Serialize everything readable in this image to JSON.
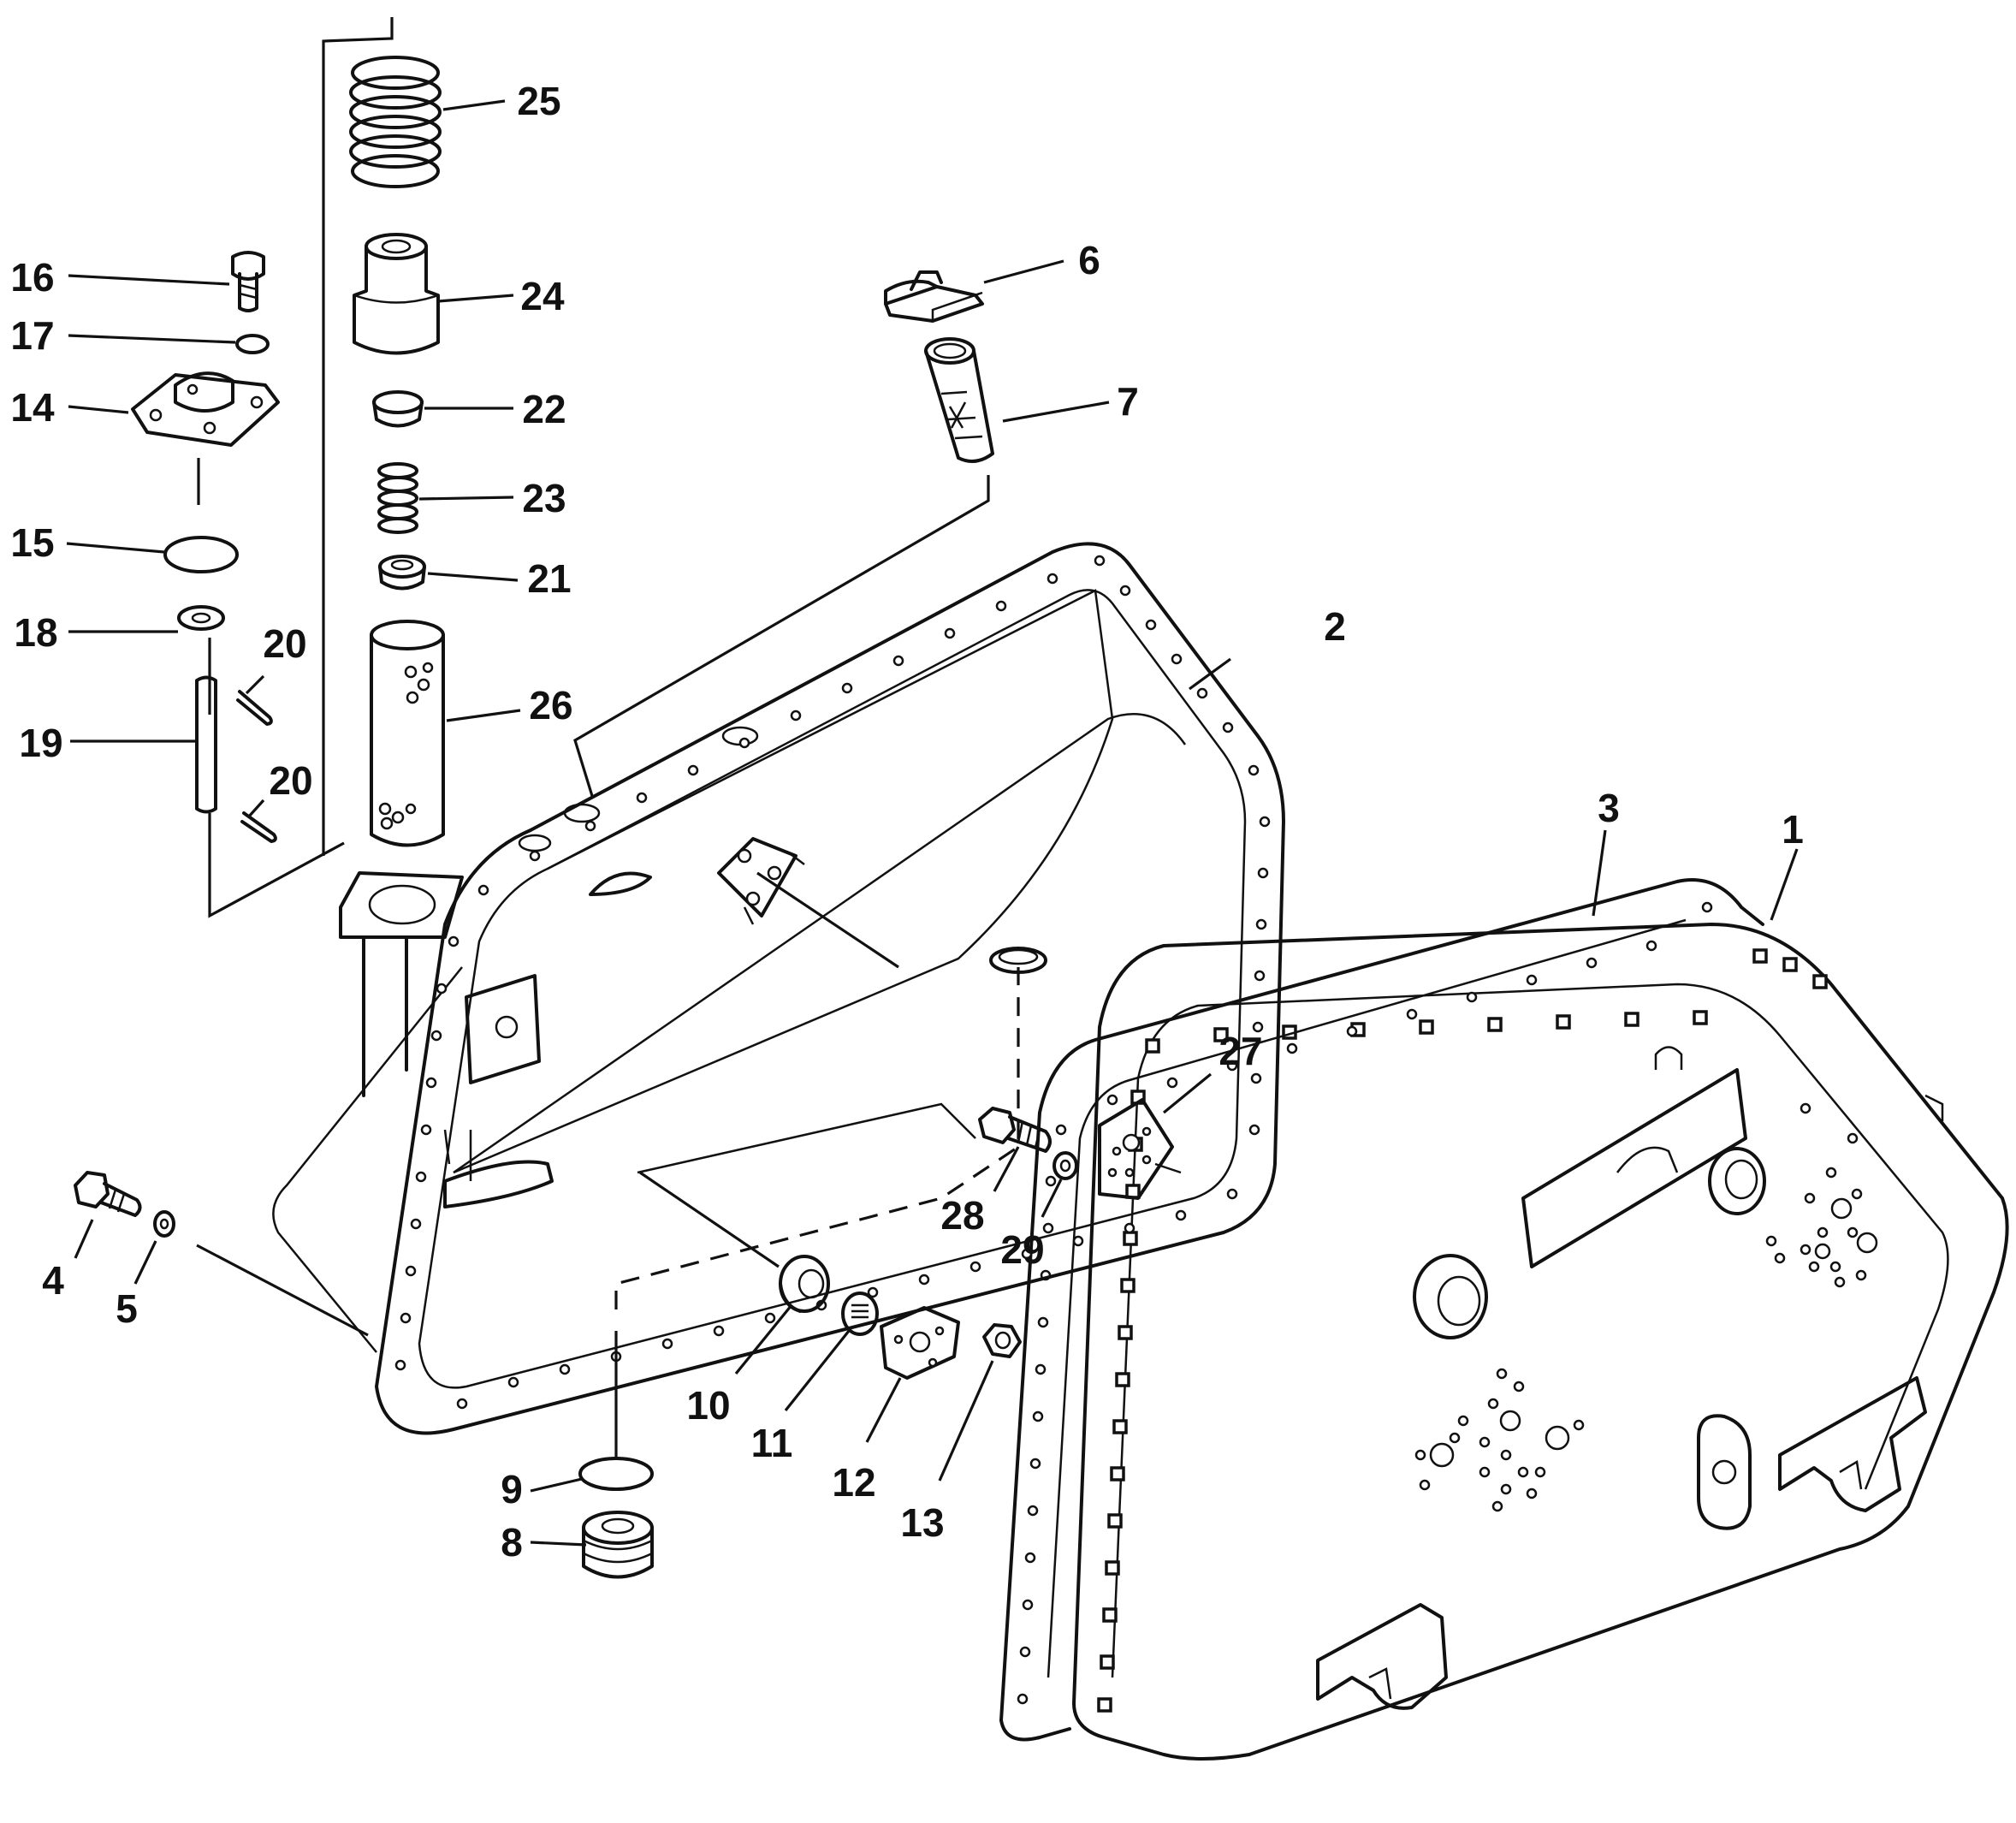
{
  "diagram": {
    "type": "exploded-parts-view",
    "callouts": [
      "1",
      "2",
      "3",
      "4",
      "5",
      "6",
      "7",
      "8",
      "9",
      "10",
      "11",
      "12",
      "13",
      "14",
      "15",
      "16",
      "17",
      "18",
      "19",
      "20",
      "20",
      "21",
      "22",
      "23",
      "24",
      "25",
      "26",
      "27",
      "28",
      "29"
    ]
  }
}
